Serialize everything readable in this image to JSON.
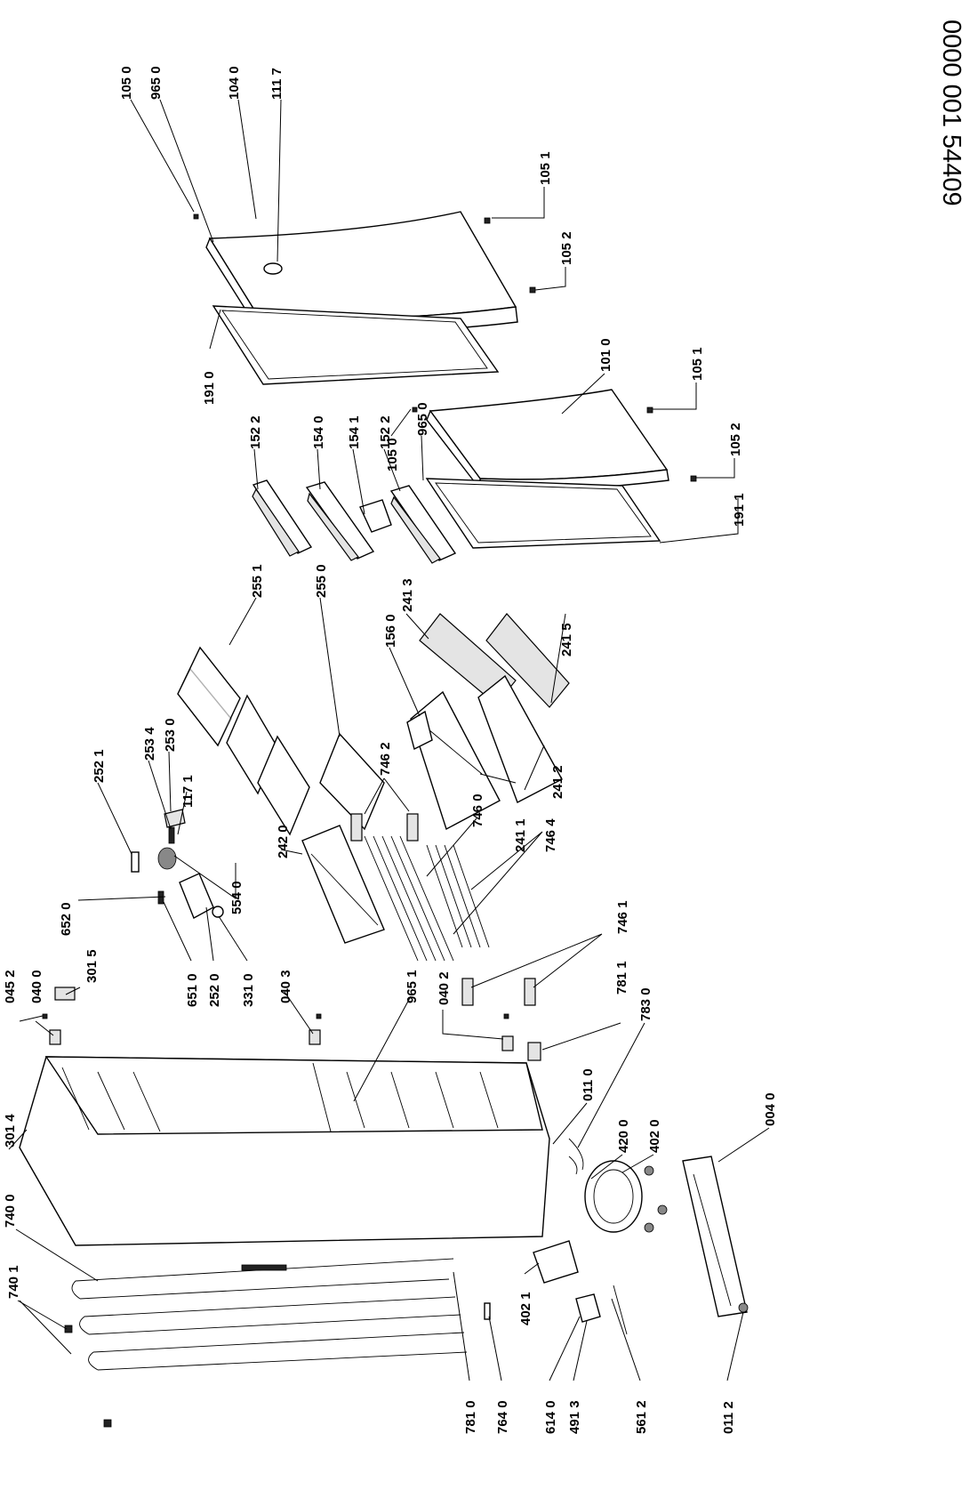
{
  "document": {
    "id": "0000 001 54409"
  },
  "callouts": [
    "105 0",
    "965 0",
    "104 0",
    "111 7",
    "105 1",
    "105 2",
    "191 0",
    "101 0",
    "105 1",
    "105 2",
    "191 1",
    "965 0",
    "105 0",
    "152 2",
    "154 0",
    "154 1",
    "152 2",
    "255 1",
    "255 0",
    "156 0",
    "241 3",
    "241 5",
    "241 2",
    "241 1",
    "253 0",
    "253 4",
    "117 1",
    "252 1",
    "746 2",
    "746 0",
    "746 4",
    "746 1",
    "242 0",
    "554 0",
    "652 0",
    "651 0",
    "252 0",
    "331 0",
    "045 2",
    "040 0",
    "301 5",
    "040 3",
    "965 1",
    "040 2",
    "781 1",
    "783 0",
    "011 0",
    "420 0",
    "402 0",
    "004 0",
    "301 4",
    "740 0",
    "740 1",
    "781 0",
    "764 0",
    "614 0",
    "491 3",
    "402 1",
    "561 2",
    "011 2"
  ]
}
